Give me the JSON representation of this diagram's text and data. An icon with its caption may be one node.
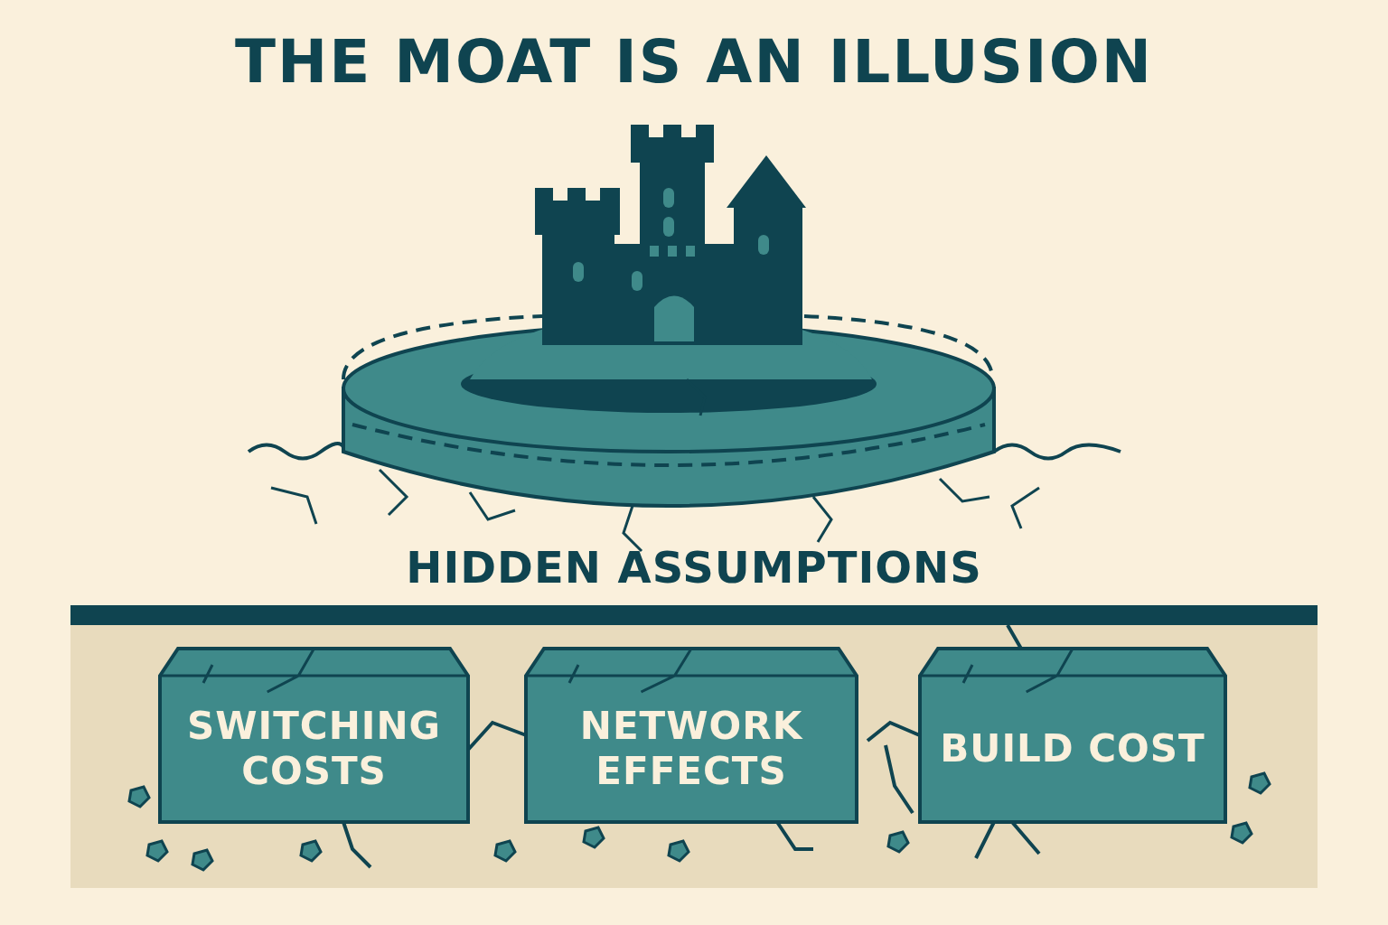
{
  "diagram": {
    "title": "THE MOAT IS AN ILLUSION",
    "nodes": [
      {
        "text": [
          "SWITCHING COSTS"
        ]
      },
      {
        "text": [
          "NETWORK EFFECTS"
        ]
      },
      {
        "text": [
          "BUILD COST"
        ]
      }
    ],
    "labels": [
      "HIDDEN ASSUMPTIONS"
    ]
  }
}
